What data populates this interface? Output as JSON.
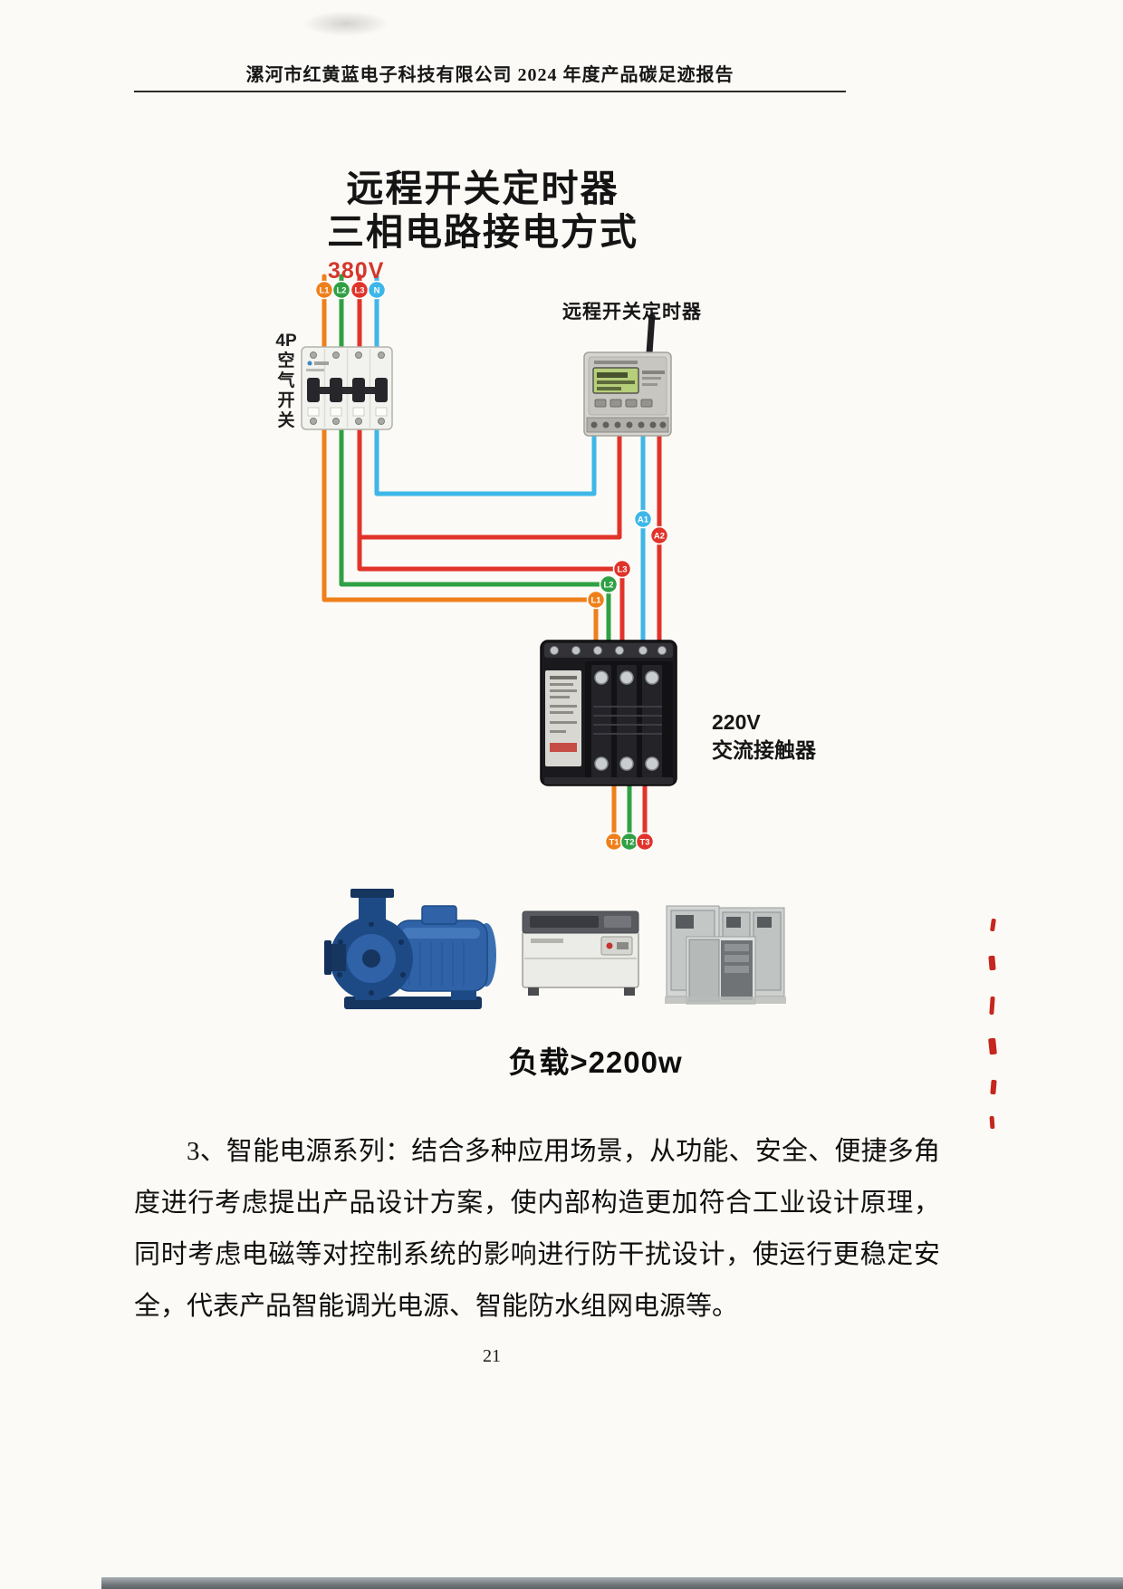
{
  "page": {
    "header": "漯河市红黄蓝电子科技有限公司 2024 年度产品碳足迹报告",
    "page_number": "21"
  },
  "diagram": {
    "title_line1": "远程开关定时器",
    "title_line2": "三相电路接电方式",
    "voltage_label": "380V",
    "breaker_label": "4P空气开关",
    "timer_label": "远程开关定时器",
    "contactor_label_line1": "220V",
    "contactor_label_line2": "交流接触器",
    "load_label": "负载>2200w",
    "wire_colors": {
      "l1": "#ef7f1b",
      "l2": "#2fa044",
      "l3": "#e1332a",
      "neutral": "#3eb7e8"
    },
    "input_terminals": [
      {
        "label": "L1",
        "color": "#ef7f1b"
      },
      {
        "label": "L2",
        "color": "#2fa044"
      },
      {
        "label": "L3",
        "color": "#e1332a"
      },
      {
        "label": "N",
        "color": "#3eb7e8"
      }
    ],
    "coil_terminals": [
      {
        "label": "A1",
        "color": "#3eb7e8"
      },
      {
        "label": "A2",
        "color": "#e1332a"
      }
    ],
    "phase_terminals": [
      {
        "label": "L3",
        "color": "#e1332a"
      },
      {
        "label": "L2",
        "color": "#2fa044"
      },
      {
        "label": "L1",
        "color": "#ef7f1b"
      }
    ],
    "output_terminals": [
      {
        "label": "T1",
        "color": "#ef7f1b"
      },
      {
        "label": "T2",
        "color": "#2fa044"
      },
      {
        "label": "T3",
        "color": "#e1332a"
      }
    ]
  },
  "body": {
    "paragraph": "3、智能电源系列：结合多种应用场景，从功能、安全、便捷多角度进行考虑提出产品设计方案，使内部构造更加符合工业设计原理，同时考虑电磁等对控制系统的影响进行防干扰设计，使运行更稳定安全，代表产品智能调光电源、智能防水组网电源等。"
  }
}
